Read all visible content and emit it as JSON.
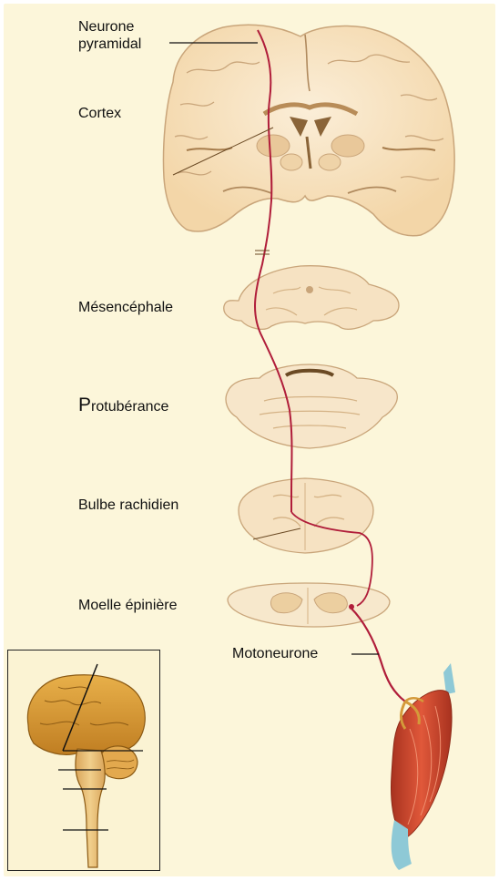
{
  "labels": {
    "neurone_line1": "Neurone",
    "neurone_line2": "pyramidal",
    "cortex": "Cortex",
    "mesencephale": "Mésencéphale",
    "protuberance_first": "P",
    "protuberance_rest": "rotubérance",
    "bulbe": "Bulbe rachidien",
    "moelle": "Moelle épinière",
    "motoneurone": "Motoneurone"
  },
  "colors": {
    "tissue_fill": "#f5dfb9",
    "tissue_light": "#fbeed8",
    "tissue_outline": "#c9a57a",
    "gray_matter": "#e9c89a",
    "ventricle": "#8a6438",
    "pathway": "#b01d3a",
    "muscle": "#c8452e",
    "tendon": "#8ec9d6",
    "inset_brain": "#d49a3a",
    "background": "#fcf6da"
  }
}
